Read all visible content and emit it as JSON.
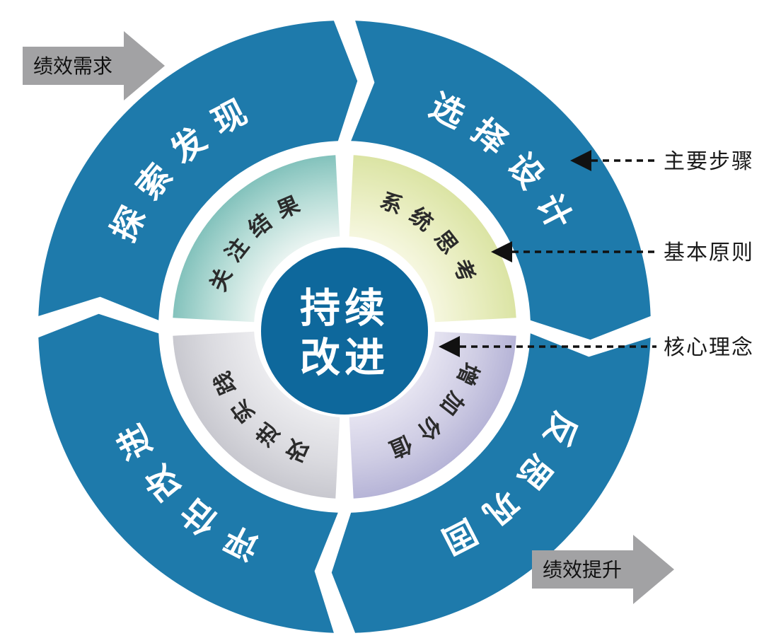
{
  "title_center": {
    "line1": "持续",
    "line2": "改进"
  },
  "outer_steps": [
    {
      "position": "top-left",
      "label": "探索发现"
    },
    {
      "position": "top-right",
      "label": "选择设计"
    },
    {
      "position": "bottom-right",
      "label": "反思巩固"
    },
    {
      "position": "bottom-left",
      "label": "评估改进"
    }
  ],
  "inner_principles": [
    {
      "position": "top-left",
      "label": "关注结果"
    },
    {
      "position": "top-right",
      "label": "系统思考"
    },
    {
      "position": "bottom-right",
      "label": "增加价值"
    },
    {
      "position": "bottom-left",
      "label": "改进实践"
    }
  ],
  "flow": {
    "input_label": "绩效需求",
    "output_label": "绩效提升"
  },
  "legend": [
    {
      "label": "主要步骤",
      "points_to": "outer-ring"
    },
    {
      "label": "基本原则",
      "points_to": "inner-ring"
    },
    {
      "label": "核心理念",
      "points_to": "center-circle"
    }
  ],
  "colors": {
    "ring_blue": "#1e7aab",
    "center_blue": "#0e689c",
    "teal_dark": "#83c2bc",
    "teal_light": "#eaf4f1",
    "yellow_dark": "#dbe4a4",
    "yellow_light": "#f6f7e0",
    "gray_dark": "#c8c8cf",
    "gray_light": "#ececef",
    "purple_dark": "#b6b4d7",
    "purple_light": "#e6e4f1",
    "flow_arrow_gray": "#a2a2a4",
    "ring_text": "#ffffff",
    "inner_text": "#2b2b2b",
    "annotation_black": "#1a1a1a"
  }
}
